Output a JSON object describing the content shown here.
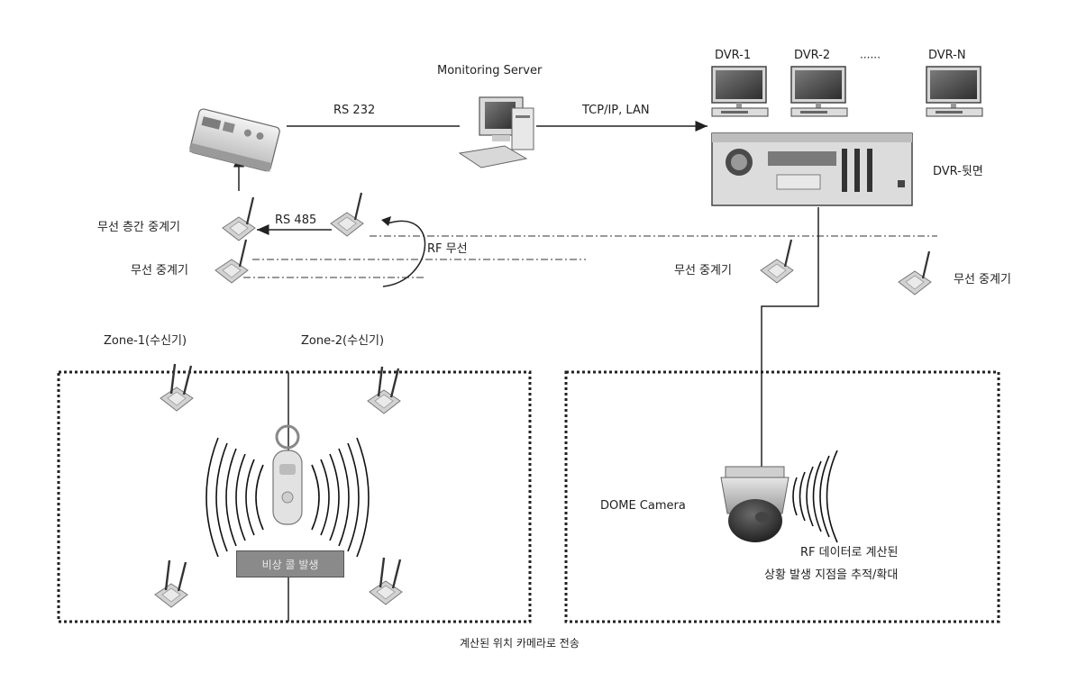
{
  "labels": {
    "monitoring_server": "Monitoring Server",
    "rs232": "RS 232",
    "tcpip_lan": "TCP/IP,  LAN",
    "dvr1": "DVR-1",
    "dvr2": "DVR-2",
    "dvr_dots": "······",
    "dvrn": "DVR-N",
    "dvr_back": "DVR-뒷면",
    "rs485": "RS 485",
    "rf_wireless": "RF 무선",
    "floor_repeater": "무선 층간 중계기",
    "repeater_left": "무선 중계기",
    "repeater_center": "무선 중계기",
    "repeater_right": "무선 중계기",
    "zone1": "Zone-1(수신기)",
    "zone2": "Zone-2(수신기)",
    "emergency": "비상 콜 발생",
    "dome_camera": "DOME Camera",
    "rf_calc_line1": "RF 데이터로 계산된",
    "rf_calc_line2": "상황 발생 지점을 추적/확대",
    "bottom_caption": "계산된 위치 카메라로 전송"
  },
  "icons": {
    "controller": "controller-box-icon",
    "server": "monitoring-server-icon",
    "monitor": "dvr-monitor-icon",
    "dvr_unit": "dvr-rear-panel-icon",
    "repeater": "wireless-repeater-icon",
    "receiver": "zone-receiver-icon",
    "tag": "emergency-tag-icon",
    "camera": "dome-camera-icon"
  }
}
